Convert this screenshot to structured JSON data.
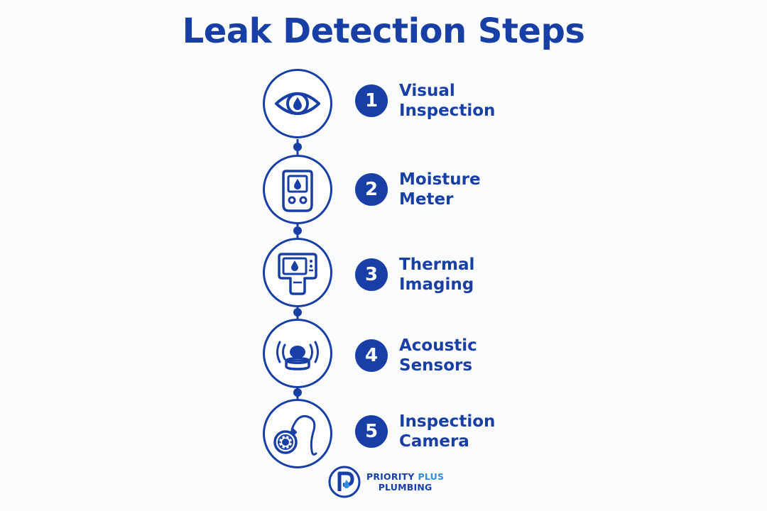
{
  "title": "Leak Detection Steps",
  "colors": {
    "primary": "#173fa6",
    "accent": "#2f8fe0",
    "background": "#fbfcfd"
  },
  "steps": [
    {
      "number": "1",
      "line1": "Visual",
      "line2": "Inspection",
      "icon": "eye-with-water-drop-icon"
    },
    {
      "number": "2",
      "line1": "Moisture",
      "line2": "Meter",
      "icon": "moisture-meter-icon"
    },
    {
      "number": "3",
      "line1": "Thermal",
      "line2": "Imaging",
      "icon": "thermal-camera-icon"
    },
    {
      "number": "4",
      "line1": "Acoustic",
      "line2": "Sensors",
      "icon": "acoustic-sensor-icon"
    },
    {
      "number": "5",
      "line1": "Inspection",
      "line2": "Camera",
      "icon": "inspection-camera-icon"
    }
  ],
  "logo": {
    "word1": "PRIORITY",
    "word2": "PLUS",
    "word3": "PLUMBING"
  }
}
